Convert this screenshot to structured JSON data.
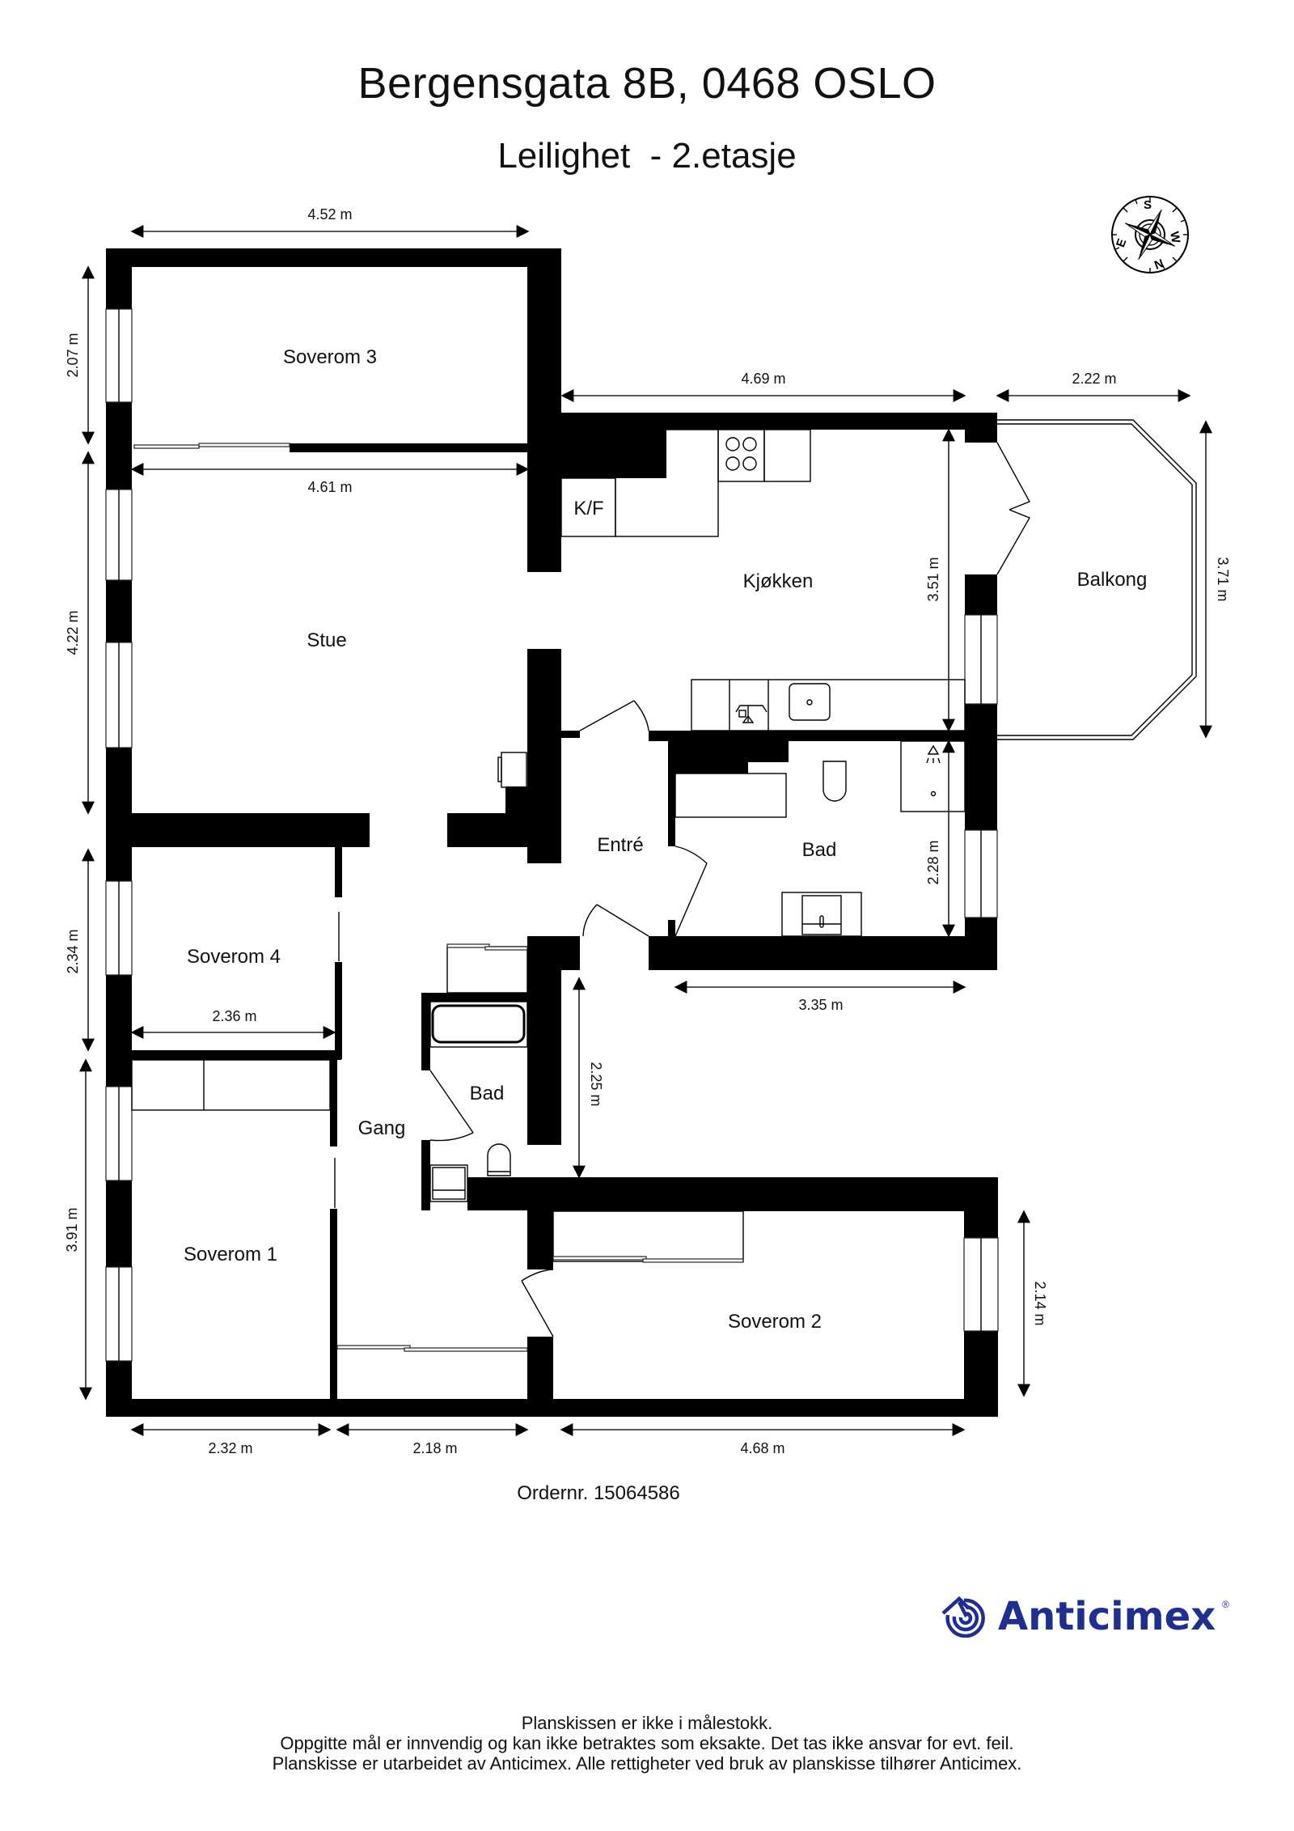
{
  "header": {
    "address": "Bergensgata 8B, 0468 OSLO",
    "unit": "Leilighet  - 2.etasje"
  },
  "compass": {
    "icon": "compass-rose-icon",
    "labels": {
      "top": "S",
      "right": "W",
      "bottom": "N",
      "left": "E"
    }
  },
  "rooms": {
    "soverom3": "Soverom 3",
    "stue": "Stue",
    "kf": "K/F",
    "kjokken": "Kjøkken",
    "balkong": "Balkong",
    "entre": "Entré",
    "bad_main": "Bad",
    "soverom4": "Soverom 4",
    "gang": "Gang",
    "bad_small": "Bad",
    "soverom1": "Soverom 1",
    "soverom2": "Soverom 2"
  },
  "dimensions": {
    "top_soverom3_width": "4.52 m",
    "left_soverom3_height": "2.07 m",
    "stue_width": "4.61 m",
    "left_stue_height": "4.22 m",
    "kjokken_width": "4.69 m",
    "balkong_width": "2.22 m",
    "kjokken_height": "3.51 m",
    "balkong_height": "3.71 m",
    "bad_height": "2.28 m",
    "bad_width": "3.35 m",
    "left_soverom4_height": "2.34 m",
    "soverom4_width": "2.36 m",
    "entre_height": "2.25 m",
    "left_soverom1_height": "3.91 m",
    "soverom2_height": "2.14 m",
    "bottom_soverom1_width": "2.32 m",
    "bottom_gang_width": "2.18 m",
    "bottom_soverom2_width": "4.68 m"
  },
  "order": "Ordernr. 15064586",
  "brand": {
    "name": "Anticimex",
    "reg": "®",
    "color": "#1e2f8f"
  },
  "disclaimer": {
    "line1": "Planskissen er ikke i målestokk.",
    "line2": "Oppgitte mål er innvendig og kan ikke betraktes som eksakte. Det tas ikke ansvar for evt. feil.",
    "line3": "Planskisse er utarbeidet av Anticimex. Alle rettigheter ved bruk av planskisse tilhører Anticimex."
  }
}
